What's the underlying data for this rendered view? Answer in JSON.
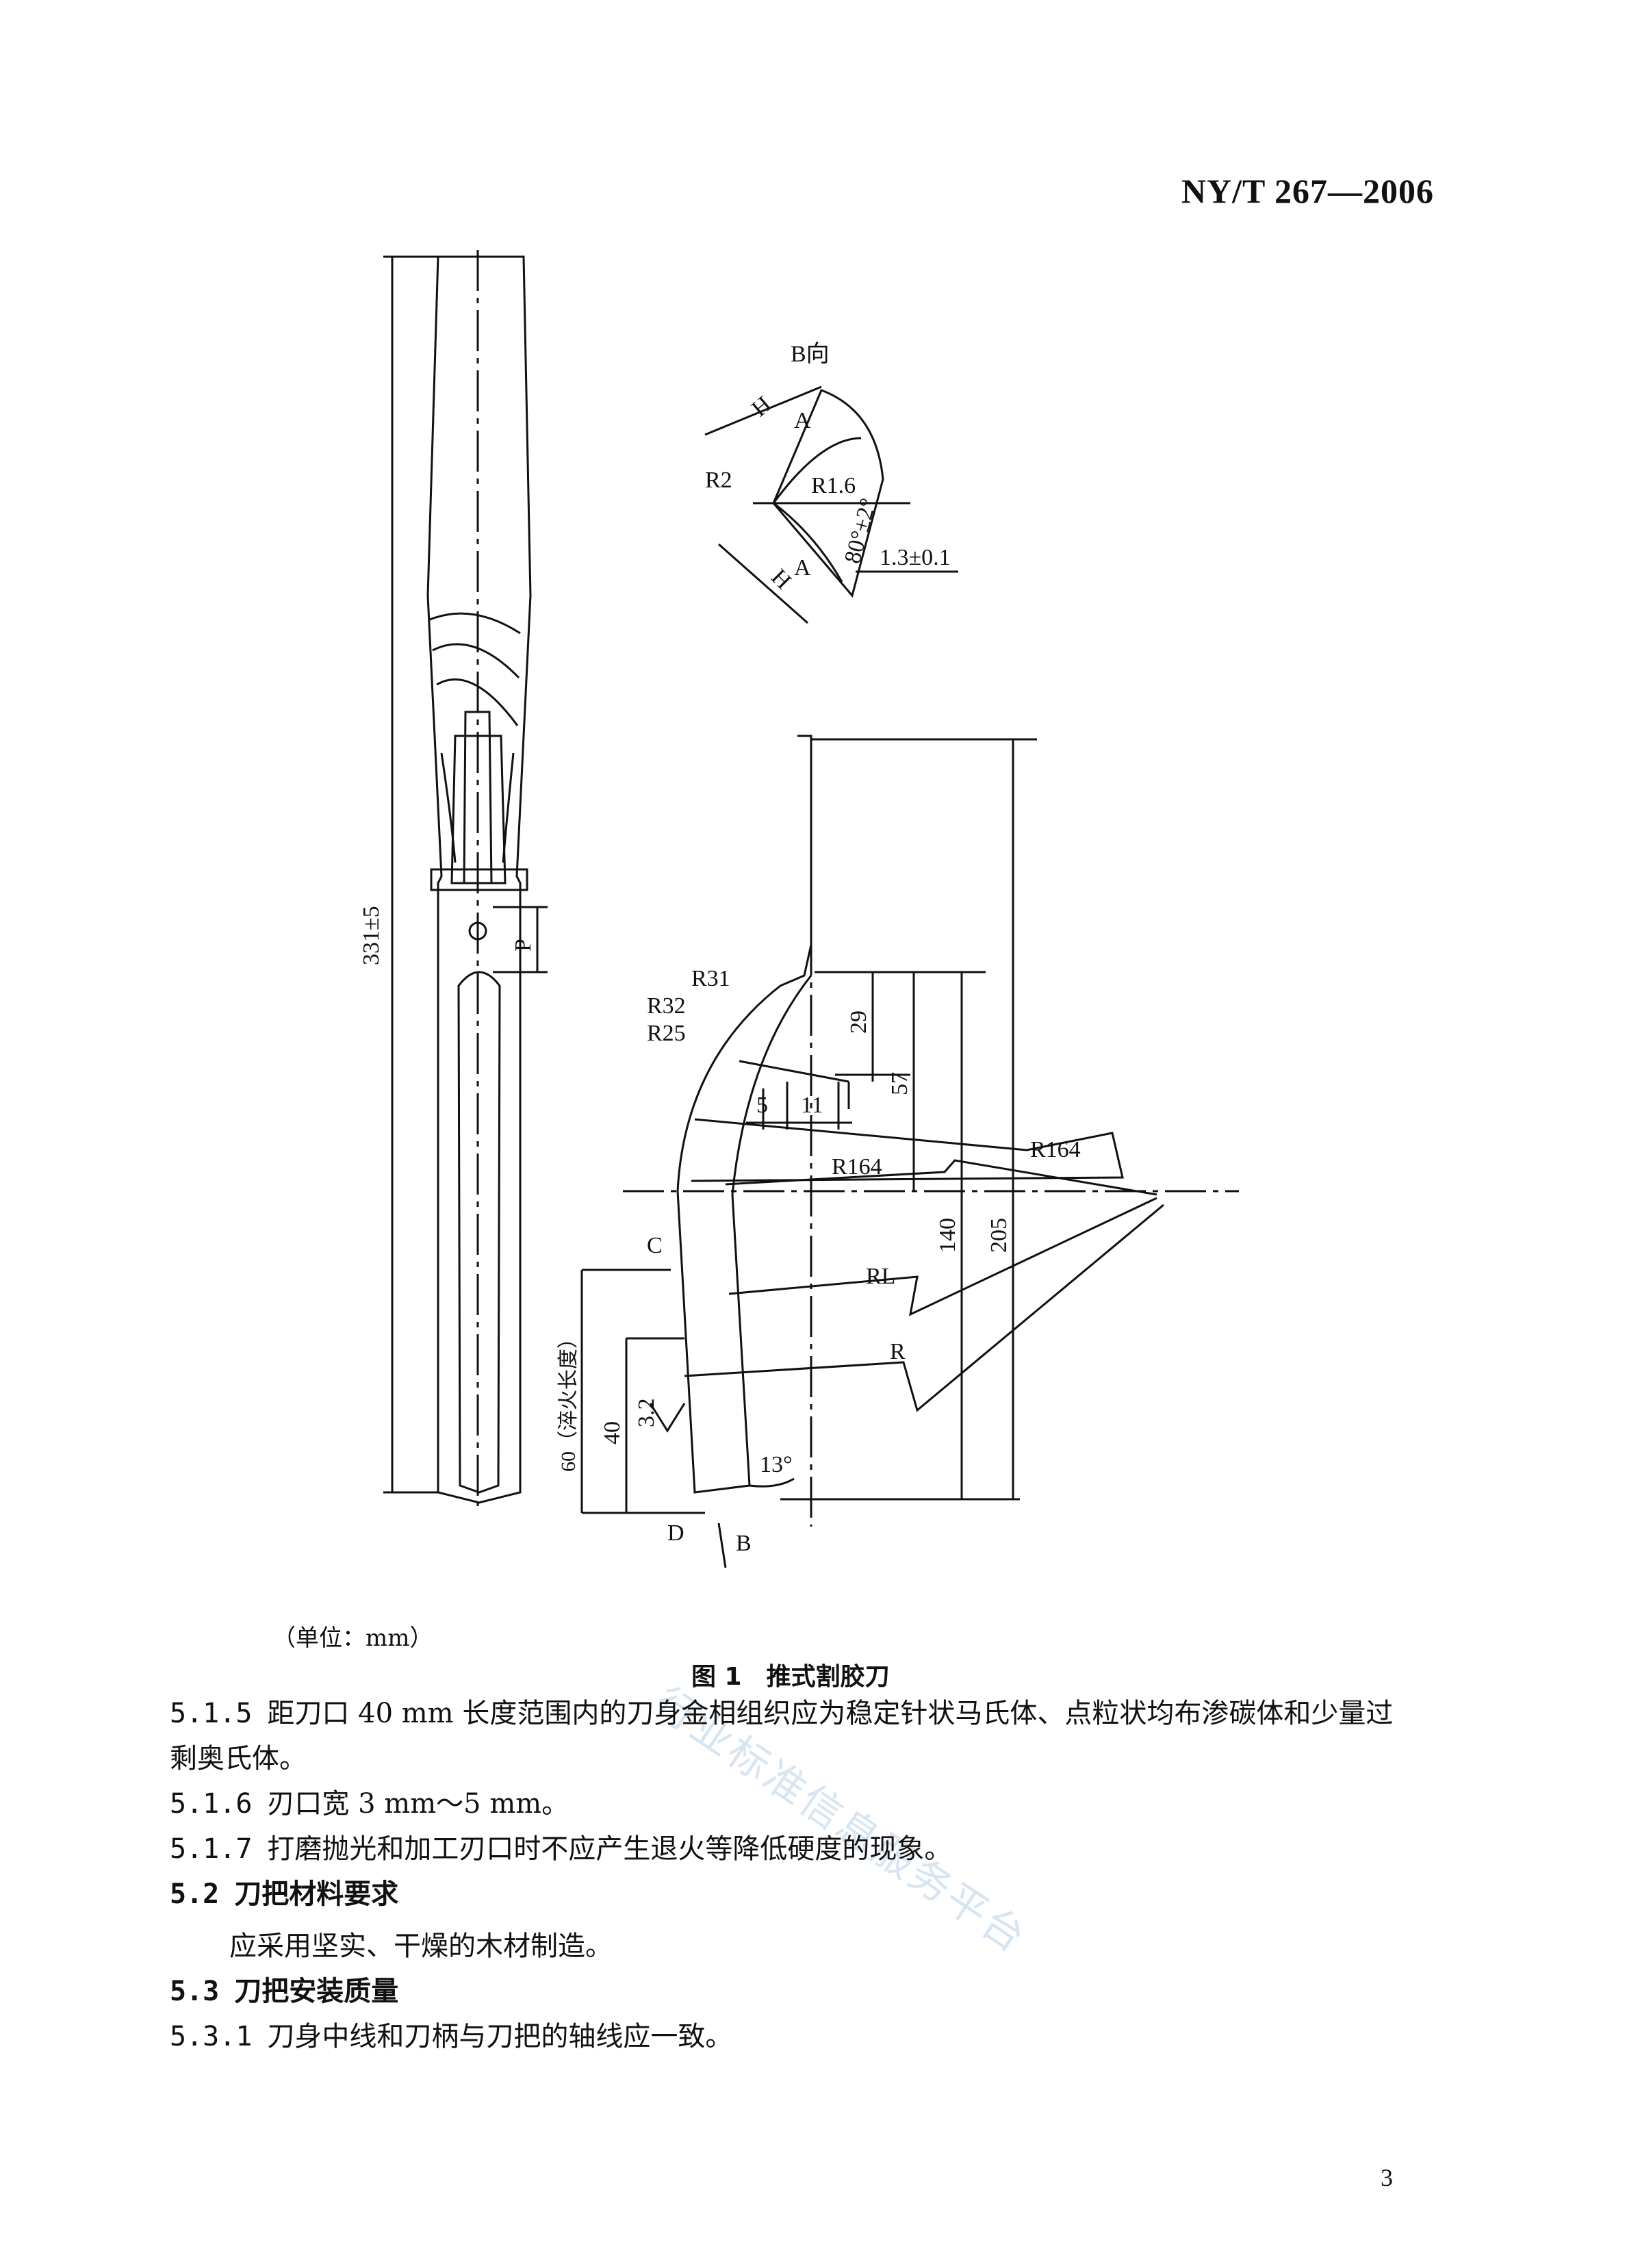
{
  "header": {
    "standard_code": "NY/T 267—2006"
  },
  "figure": {
    "labels": {
      "view_b": "B向",
      "h_top": "H",
      "a_top": "A",
      "r2": "R2",
      "r1_6": "R1.6",
      "angle80": "80°±2°",
      "h_bottom": "H",
      "a_bottom": "A",
      "tol": "1.3±0.1",
      "len331": "331±5",
      "p": "P",
      "r31": "R31",
      "r32": "R32",
      "r25": "R25",
      "d29": "29",
      "d57": "57",
      "d5": "5",
      "d11": "11",
      "r164_upper": "R164",
      "r164_lower": "R164",
      "c": "C",
      "rl": "RL",
      "r": "R",
      "d140": "140",
      "d205": "205",
      "quench": "60（淬火长度）",
      "d40": "40",
      "d3_2": "3.2",
      "a13": "13°",
      "d": "D",
      "b": "B"
    },
    "unit_note": "（单位：mm）",
    "caption": "图 1　推式割胶刀"
  },
  "clauses": [
    {
      "number": "5.1.5",
      "text": "距刀口 40 mm 长度范围内的刀身金相组织应为稳定针状马氏体、点粒状均布渗碳体和少量过",
      "continuation": "剩奥氏体。"
    },
    {
      "number": "5.1.6",
      "text": "刃口宽 3 mm～5 mm。"
    },
    {
      "number": "5.1.7",
      "text": "打磨抛光和加工刃口时不应产生退火等降低硬度的现象。"
    },
    {
      "number": "5.2",
      "text": "刀把材料要求",
      "body": "应采用坚实、干燥的木材制造。"
    },
    {
      "number": "5.3",
      "text": "刀把安装质量"
    },
    {
      "number": "5.3.1",
      "text": "刀身中线和刀柄与刀把的轴线应一致。"
    }
  ],
  "watermark": "行业标准信息服务平台",
  "page_number": "3"
}
